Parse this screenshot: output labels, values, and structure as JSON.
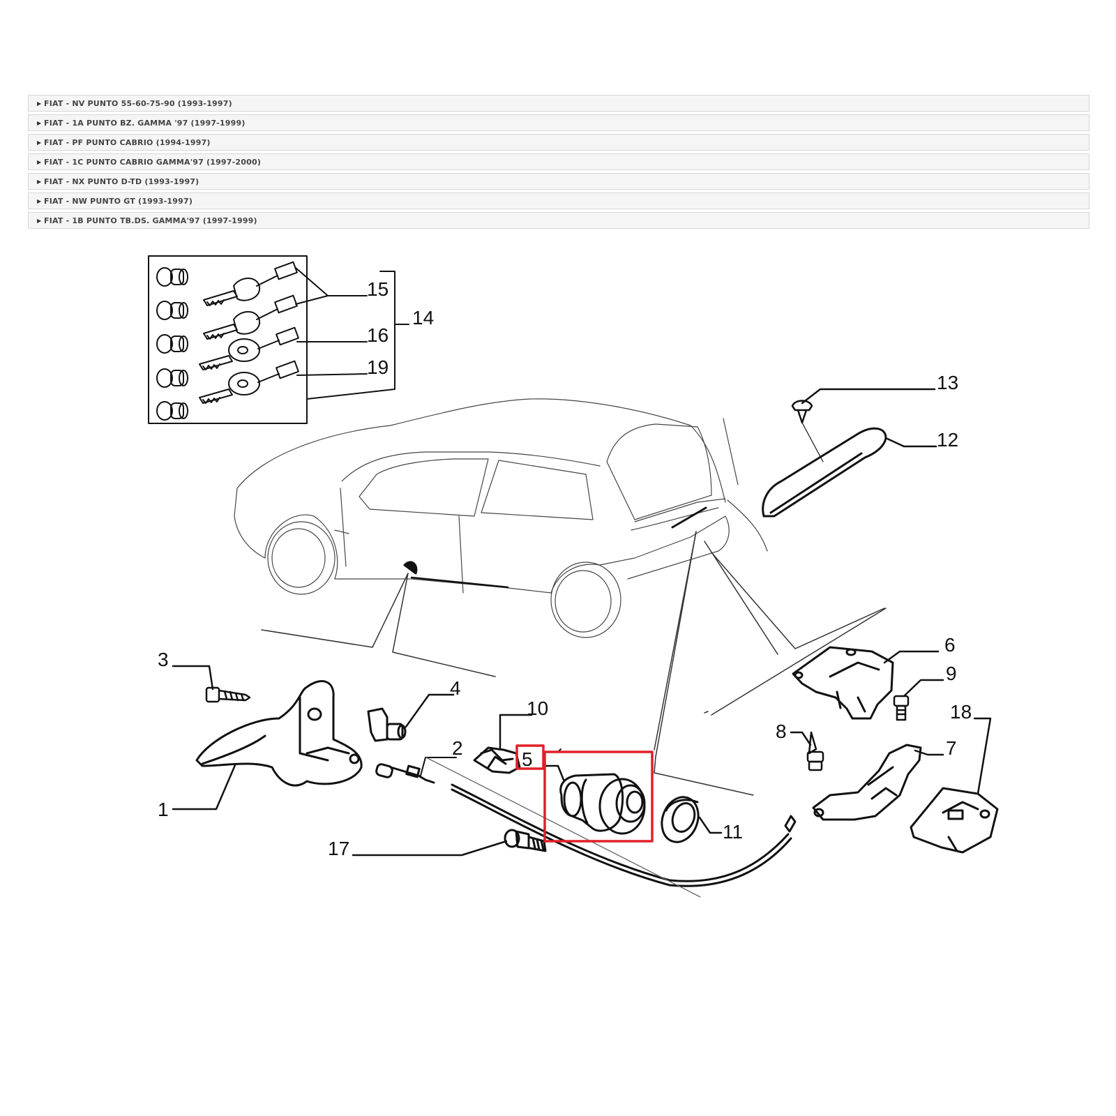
{
  "model_list": [
    {
      "label": "FIAT - NV PUNTO 55-60-75-90 (1993-1997)"
    },
    {
      "label": "FIAT - 1A PUNTO BZ. GAMMA '97 (1997-1999)"
    },
    {
      "label": "FIAT - PF PUNTO CABRIO (1994-1997)"
    },
    {
      "label": "FIAT - 1C PUNTO CABRIO GAMMA'97 (1997-2000)"
    },
    {
      "label": "FIAT - NX PUNTO D-TD (1993-1997)"
    },
    {
      "label": "FIAT - NW PUNTO GT (1993-1997)"
    },
    {
      "label": "FIAT - 1B PUNTO TB.DS. GAMMA'97 (1997-1999)"
    }
  ],
  "diagram": {
    "callouts": {
      "c1": "1",
      "c2": "2",
      "c3": "3",
      "c4": "4",
      "c5": "5",
      "c6": "6",
      "c7": "7",
      "c8": "8",
      "c9": "9",
      "c10": "10",
      "c11": "11",
      "c12": "12",
      "c13": "13",
      "c14": "14",
      "c15": "15",
      "c16": "16",
      "c17": "17",
      "c18": "18",
      "c19": "19"
    },
    "highlight_color": "#e0202a",
    "line_color": "#111111"
  }
}
